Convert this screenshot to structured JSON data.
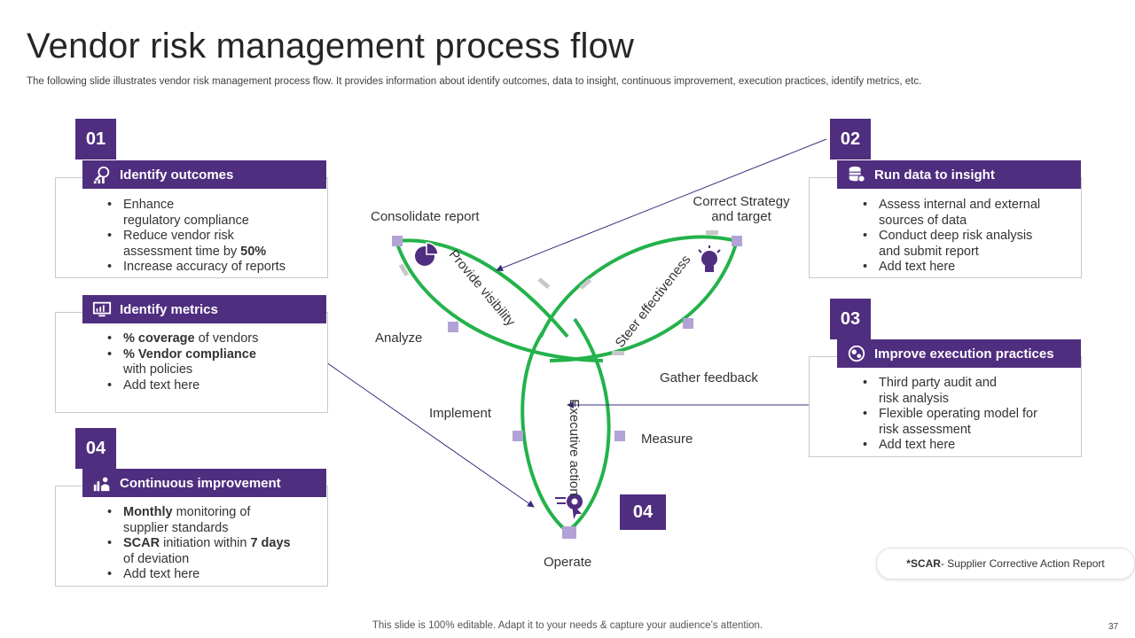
{
  "title": "Vendor risk management process flow",
  "subtitle": "The following slide illustrates vendor risk management process flow. It provides information about identify outcomes, data to insight, continuous improvement, execution practices, identify metrics, etc.",
  "cards": [
    {
      "number": "01",
      "title": "Identify outcomes",
      "icon": "analytics-magnifier-icon",
      "bullets": [
        {
          "line1": "Enhance",
          "line2": "regulatory compliance"
        },
        {
          "line1": "Reduce vendor risk",
          "line2a": "assessment time by ",
          "line2b": "50%"
        },
        {
          "line1": "Increase accuracy of reports"
        }
      ]
    },
    {
      "number": "02",
      "title": "Run data to insight",
      "icon": "database-gear-icon",
      "bullets": [
        {
          "line1": "Assess internal and external",
          "line2": "sources of data"
        },
        {
          "line1": "Conduct deep risk analysis",
          "line2": "and submit report"
        },
        {
          "line1": "Add text here"
        }
      ]
    },
    {
      "number": "03",
      "title": "Improve execution practices",
      "icon": "gears-icon",
      "bullets": [
        {
          "line1": "Third party audit and",
          "line2": "risk analysis"
        },
        {
          "line1": "Flexible operating model for",
          "line2": "risk assessment"
        },
        {
          "line1": "Add text here"
        }
      ]
    },
    {
      "title": "Identify metrics",
      "icon": "dashboard-monitor-icon",
      "bullets": [
        {
          "bold": "% coverage",
          "rest": " of vendors"
        },
        {
          "bold": "% Vendor compliance",
          "line2": "with policies"
        },
        {
          "line1": "Add text here"
        }
      ]
    },
    {
      "number": "04",
      "title": "Continuous improvement",
      "icon": "team-growth-icon",
      "bullets": [
        {
          "bold": "Monthly",
          "rest": " monitoring of",
          "line2": "supplier standards"
        },
        {
          "bold": "SCAR",
          "rest": " initiation within ",
          "bold2": "7 days",
          "line2": "of deviation"
        },
        {
          "line1": "Add text here"
        }
      ]
    }
  ],
  "diagram": {
    "center_number": "04",
    "loop_labels": [
      "Provide visibility",
      "Steer effectiveness",
      "Executive action"
    ],
    "stage_labels": {
      "consolidate": "Consolidate report",
      "correct": "Correct Strategy",
      "correct2": "and target",
      "analyze": "Analyze",
      "gather": "Gather feedback",
      "implement": "Implement",
      "measure": "Measure",
      "operate": "Operate"
    },
    "colors": {
      "loop": "#23b24b",
      "node": "#b3a2d6",
      "accent": "#4f2d7f"
    }
  },
  "note": {
    "bold": "*SCAR",
    "rest": "- Supplier Corrective Action Report"
  },
  "footer": "This slide is 100% editable. Adapt it to your needs & capture your audience’s attention.",
  "page_number": "37"
}
